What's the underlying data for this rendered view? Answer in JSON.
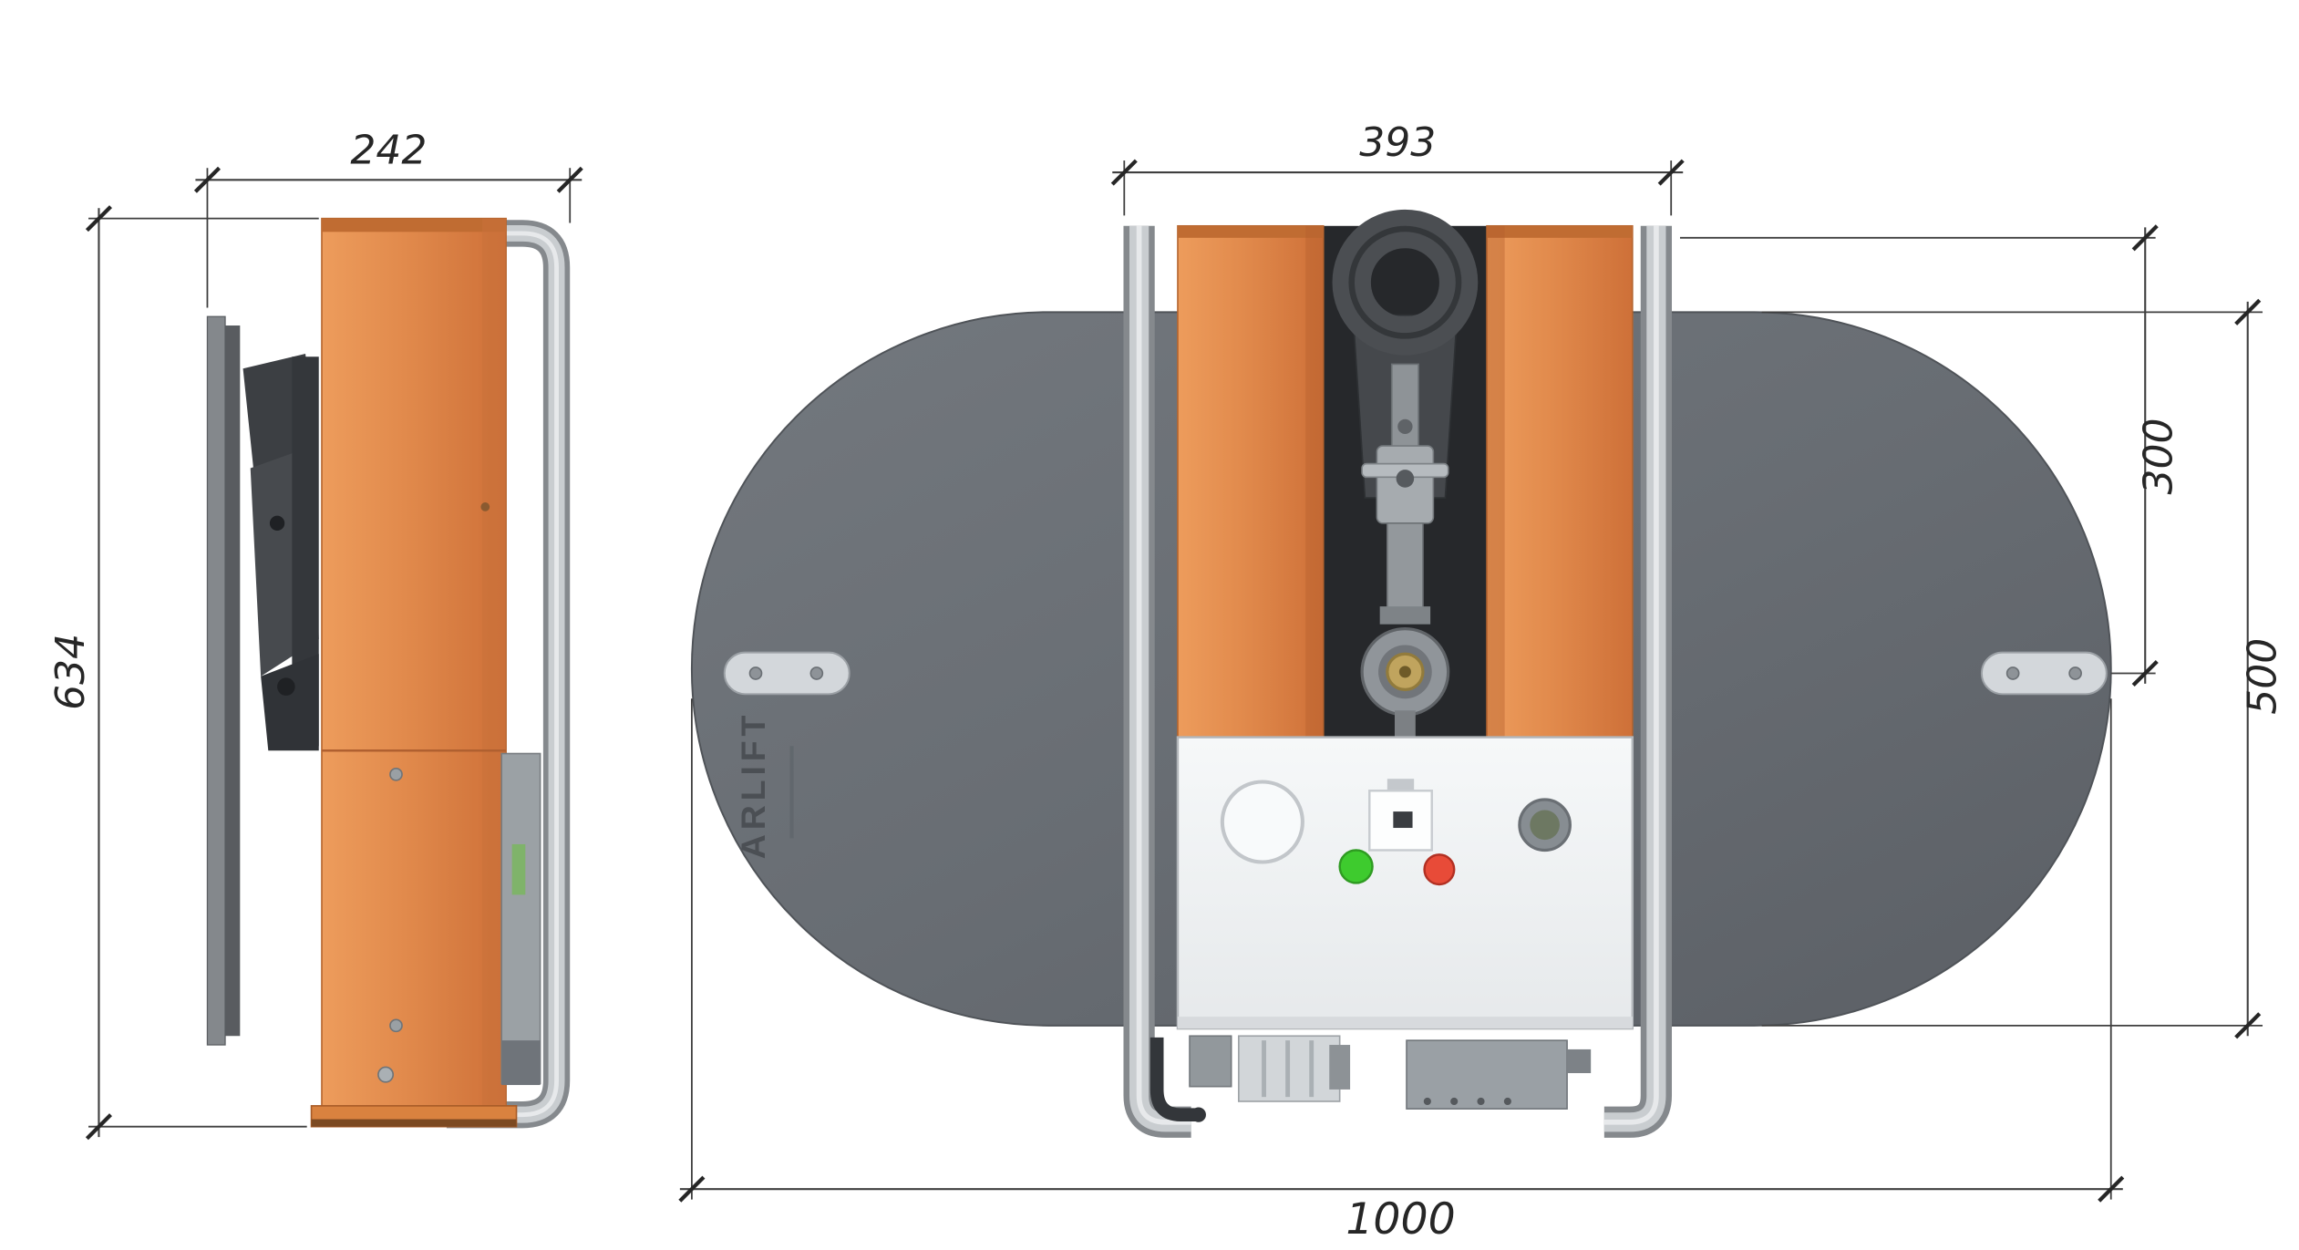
{
  "brand": {
    "name": "ARLIFT"
  },
  "views": {
    "side": {
      "label_width": "242",
      "label_height": "634"
    },
    "front": {
      "label_top_width": "393",
      "label_upper_height": "300",
      "label_plate_height": "500",
      "label_plate_width": "1000"
    }
  },
  "colors": {
    "orange": "#E18A4C",
    "plate_gray": "#686D73",
    "tube_gray": "#C9CDD0",
    "panel_white": "#F0F2F4",
    "button_green": "#3ECB2E",
    "button_red": "#E84B38",
    "dimension_lines": "#3F3F3F"
  }
}
